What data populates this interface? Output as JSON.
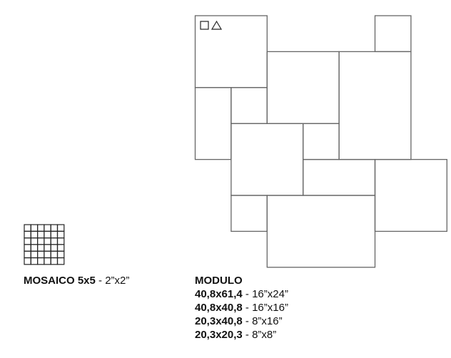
{
  "mosaic": {
    "name": "MOSAICO 5x5",
    "size": "2”x2”"
  },
  "modulo": {
    "title": "MODULO",
    "sizes": [
      {
        "metric": "40,8x61,4",
        "imperial": "16”x24”"
      },
      {
        "metric": "40,8x40,8",
        "imperial": "16”x16”"
      },
      {
        "metric": "20,3x40,8",
        "imperial": "8”x16”"
      },
      {
        "metric": "20,3x20,3",
        "imperial": "8”x8”"
      }
    ]
  },
  "pattern_tiles_units": [
    [
      0,
      0,
      2,
      2
    ],
    [
      5,
      0,
      1,
      1
    ],
    [
      2,
      1,
      2,
      2
    ],
    [
      4,
      1,
      2,
      3
    ],
    [
      0,
      2,
      1,
      2
    ],
    [
      1,
      2,
      1,
      1
    ],
    [
      1,
      3,
      2,
      2
    ],
    [
      3,
      3,
      1,
      1
    ],
    [
      3,
      4,
      2,
      1
    ],
    [
      5,
      4,
      2,
      2
    ],
    [
      1,
      5,
      1,
      1
    ],
    [
      2,
      5,
      3,
      2
    ]
  ],
  "symbols": [
    "square-icon",
    "triangle-icon"
  ],
  "colors": {
    "line": "#666666",
    "text": "#111111"
  }
}
